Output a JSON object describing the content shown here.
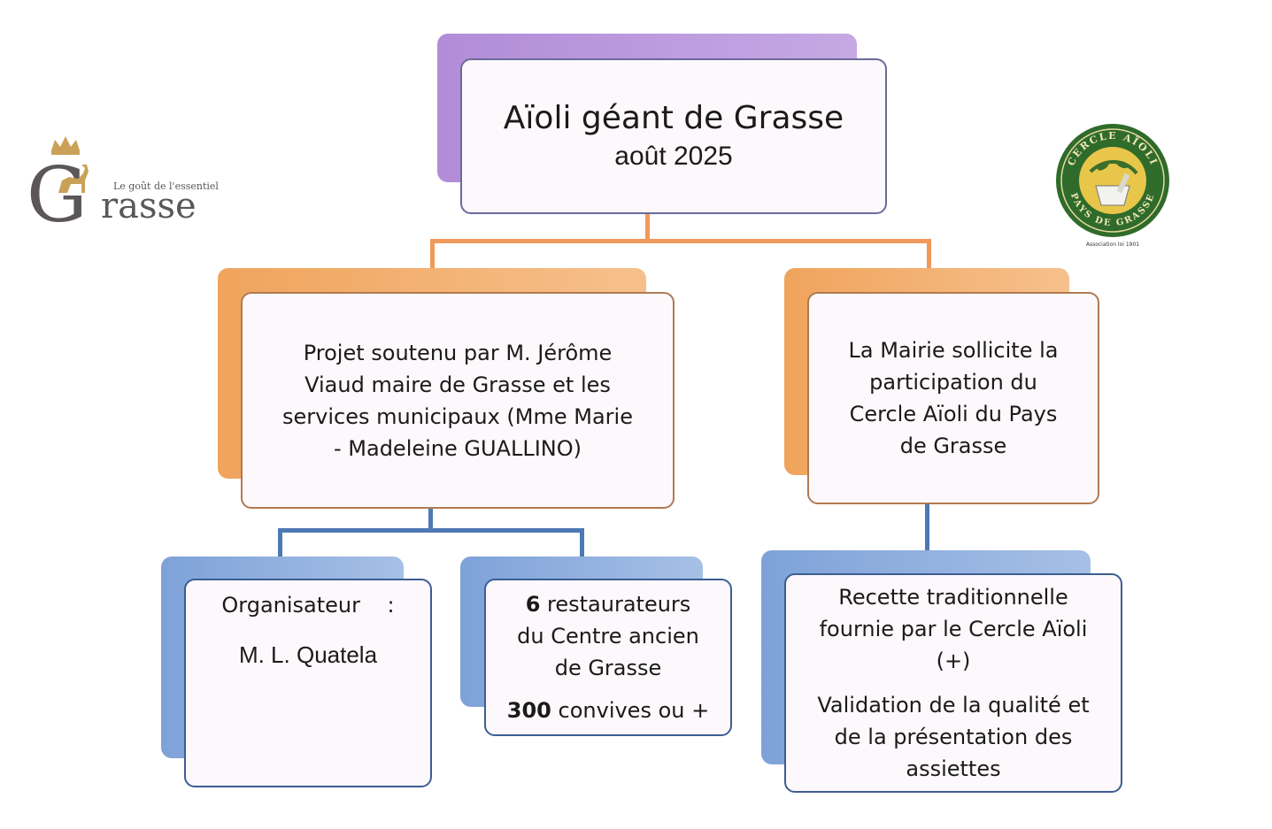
{
  "title": {
    "main": "Aïoli géant de Grasse",
    "date": "août 2025"
  },
  "left_branch": {
    "lines": [
      "Projet soutenu par M. Jérôme",
      "Viaud maire de Grasse et les",
      "services municipaux (Mme Marie",
      "- Madeleine GUALLINO)"
    ]
  },
  "right_branch": {
    "lines": [
      "La Mairie sollicite la",
      "participation du",
      "Cercle Aïoli du Pays",
      "de Grasse"
    ]
  },
  "organiser": {
    "label": "Organisateur",
    "separator": ":",
    "name": "M. L. Quatela"
  },
  "restaurants": {
    "count": "6",
    "line1_rest": " restaurateurs",
    "line2": "du Centre ancien",
    "line3": "de Grasse",
    "guests_count": "300",
    "guests_rest": " convives ou +"
  },
  "recipe": {
    "lines": [
      "Recette traditionnelle",
      "fournie par le Cercle Aïoli",
      "(+)"
    ],
    "validation_lines": [
      "Validation de la qualité et",
      "de la présentation des",
      "assiettes"
    ]
  },
  "logos": {
    "grasse": {
      "tagline": "Le goût de l'essentiel",
      "word_initial": "G",
      "word_rest": "rasse",
      "color": "#5b5757"
    },
    "cercle": {
      "ring_top": "CERCLE AÏOLI",
      "ring_bottom": "PAYS DE GRASSE",
      "caption": "Association loi 1901",
      "color": "#2f6b2b"
    }
  },
  "colors": {
    "purple": "#b28cd8",
    "orange": "#f0a45c",
    "blue": "#7ea2d8",
    "connector_orange": "#ef9a5a",
    "connector_blue": "#4d79b4"
  }
}
